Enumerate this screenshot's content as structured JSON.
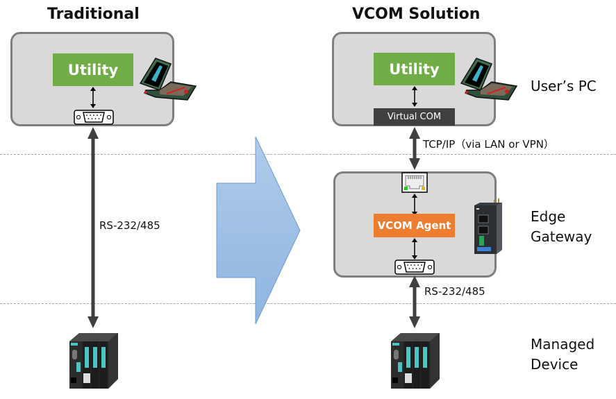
{
  "traditional": {
    "title": "Traditional",
    "utility_label": "Utility",
    "link_label": "RS-232/485"
  },
  "vcom_solution": {
    "title": "VCOM Solution",
    "utility_label": "Utility",
    "virtual_com_label": "Virtual COM",
    "tcp_link_label": "TCP/IP（via LAN or VPN）",
    "agent_label": "VCOM Agent",
    "serial_link_label": "RS-232/485"
  },
  "tiers": {
    "users_pc": "User’s PC",
    "edge_gateway_line1": "Edge",
    "edge_gateway_line2": "Gateway",
    "managed_device_line1": "Managed",
    "managed_device_line2": "Device"
  },
  "colors": {
    "utility_green": "#70ad47",
    "agent_orange": "#ed7d31",
    "virtual_com_dark": "#404040",
    "panel_gray": "#d9d9d9",
    "transition_arrow_blue": "#9dc3e6"
  }
}
